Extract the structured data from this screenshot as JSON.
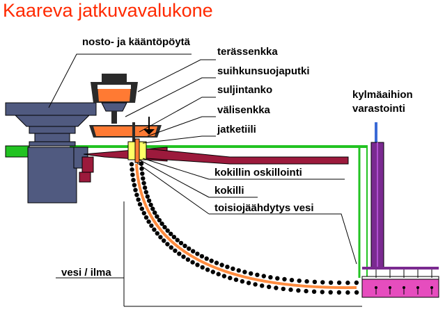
{
  "title": "Kaareva jatkuvavalukone",
  "labels": {
    "turret": "nosto- ja kääntöpöytä",
    "ladle": "terässenkka",
    "shroud": "suihkunsuojaputki",
    "stopper": "suljintanko",
    "tundish": "välisenkka",
    "sen": "jatketiili",
    "oscillation": "kokillin oskillointi",
    "mould": "kokilli",
    "secondary_cooling": "toisiojäähdytys vesi",
    "water_air": "vesi / ilma",
    "cold_storage_line1": "kylmäaihion",
    "cold_storage_line2": "varastointi"
  },
  "colors": {
    "title": "#ff2a00",
    "turret": "#505a80",
    "ladle_body": "#2a2a2a",
    "hot_steel": "#ff7a33",
    "mould": "#ffff66",
    "oscillation_arm": "#9c1a3c",
    "platform": "#22c322",
    "strand": "#000000",
    "strand_core": "#ff8c40",
    "storage_frame": "#7a2a90",
    "storage_deck": "#e64dbe",
    "storage_pipe": "#3a6ad6"
  }
}
